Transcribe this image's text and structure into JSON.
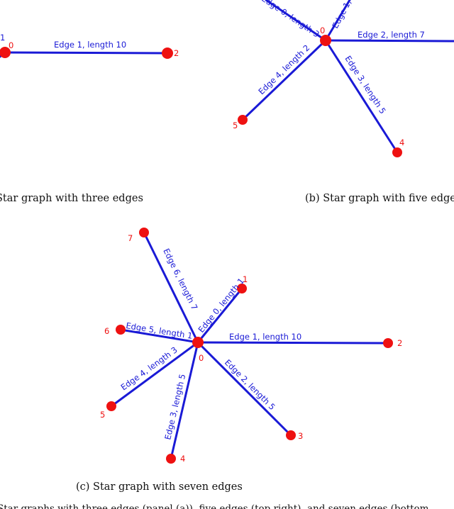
{
  "colors": {
    "edge": "#1a1ad6",
    "node": "#ee1111",
    "text": "#111111"
  },
  "panel_a": {
    "caption": "Star graph with three edges",
    "center_label": "0",
    "edges": [
      {
        "label": "",
        "node": "1"
      },
      {
        "label": "Edge 1, length 10",
        "node": "2"
      }
    ],
    "cut_edge_text": "1"
  },
  "panel_b": {
    "caption": "(b) Star graph with five edges",
    "center_label": "0",
    "edges": [
      {
        "label": "Edge 0, length 3",
        "node": ""
      },
      {
        "label": "Edge 1, l",
        "node": ""
      },
      {
        "label": "Edge 2, length 7",
        "node": ""
      },
      {
        "label": "Edge 3, length 5",
        "node": "4"
      },
      {
        "label": "Edge 4, length 2",
        "node": "5"
      }
    ]
  },
  "panel_c": {
    "caption": "(c) Star graph with seven edges",
    "center_label": "0",
    "edges": [
      {
        "label": "Edge 0, length 1",
        "node": "1"
      },
      {
        "label": "Edge 1, length 10",
        "node": "2"
      },
      {
        "label": "Edge 2, length 5",
        "node": "3"
      },
      {
        "label": "Edge 3, length 5",
        "node": "4"
      },
      {
        "label": "Edge 4, length 3",
        "node": "5"
      },
      {
        "label": "Edge 5, length 1",
        "node": "6"
      },
      {
        "label": "Edge 6, length 7",
        "node": "7"
      }
    ]
  },
  "footer_text": "Star graphs with three edges (panel (a)), five edges (top right), and seven edges (bottom"
}
